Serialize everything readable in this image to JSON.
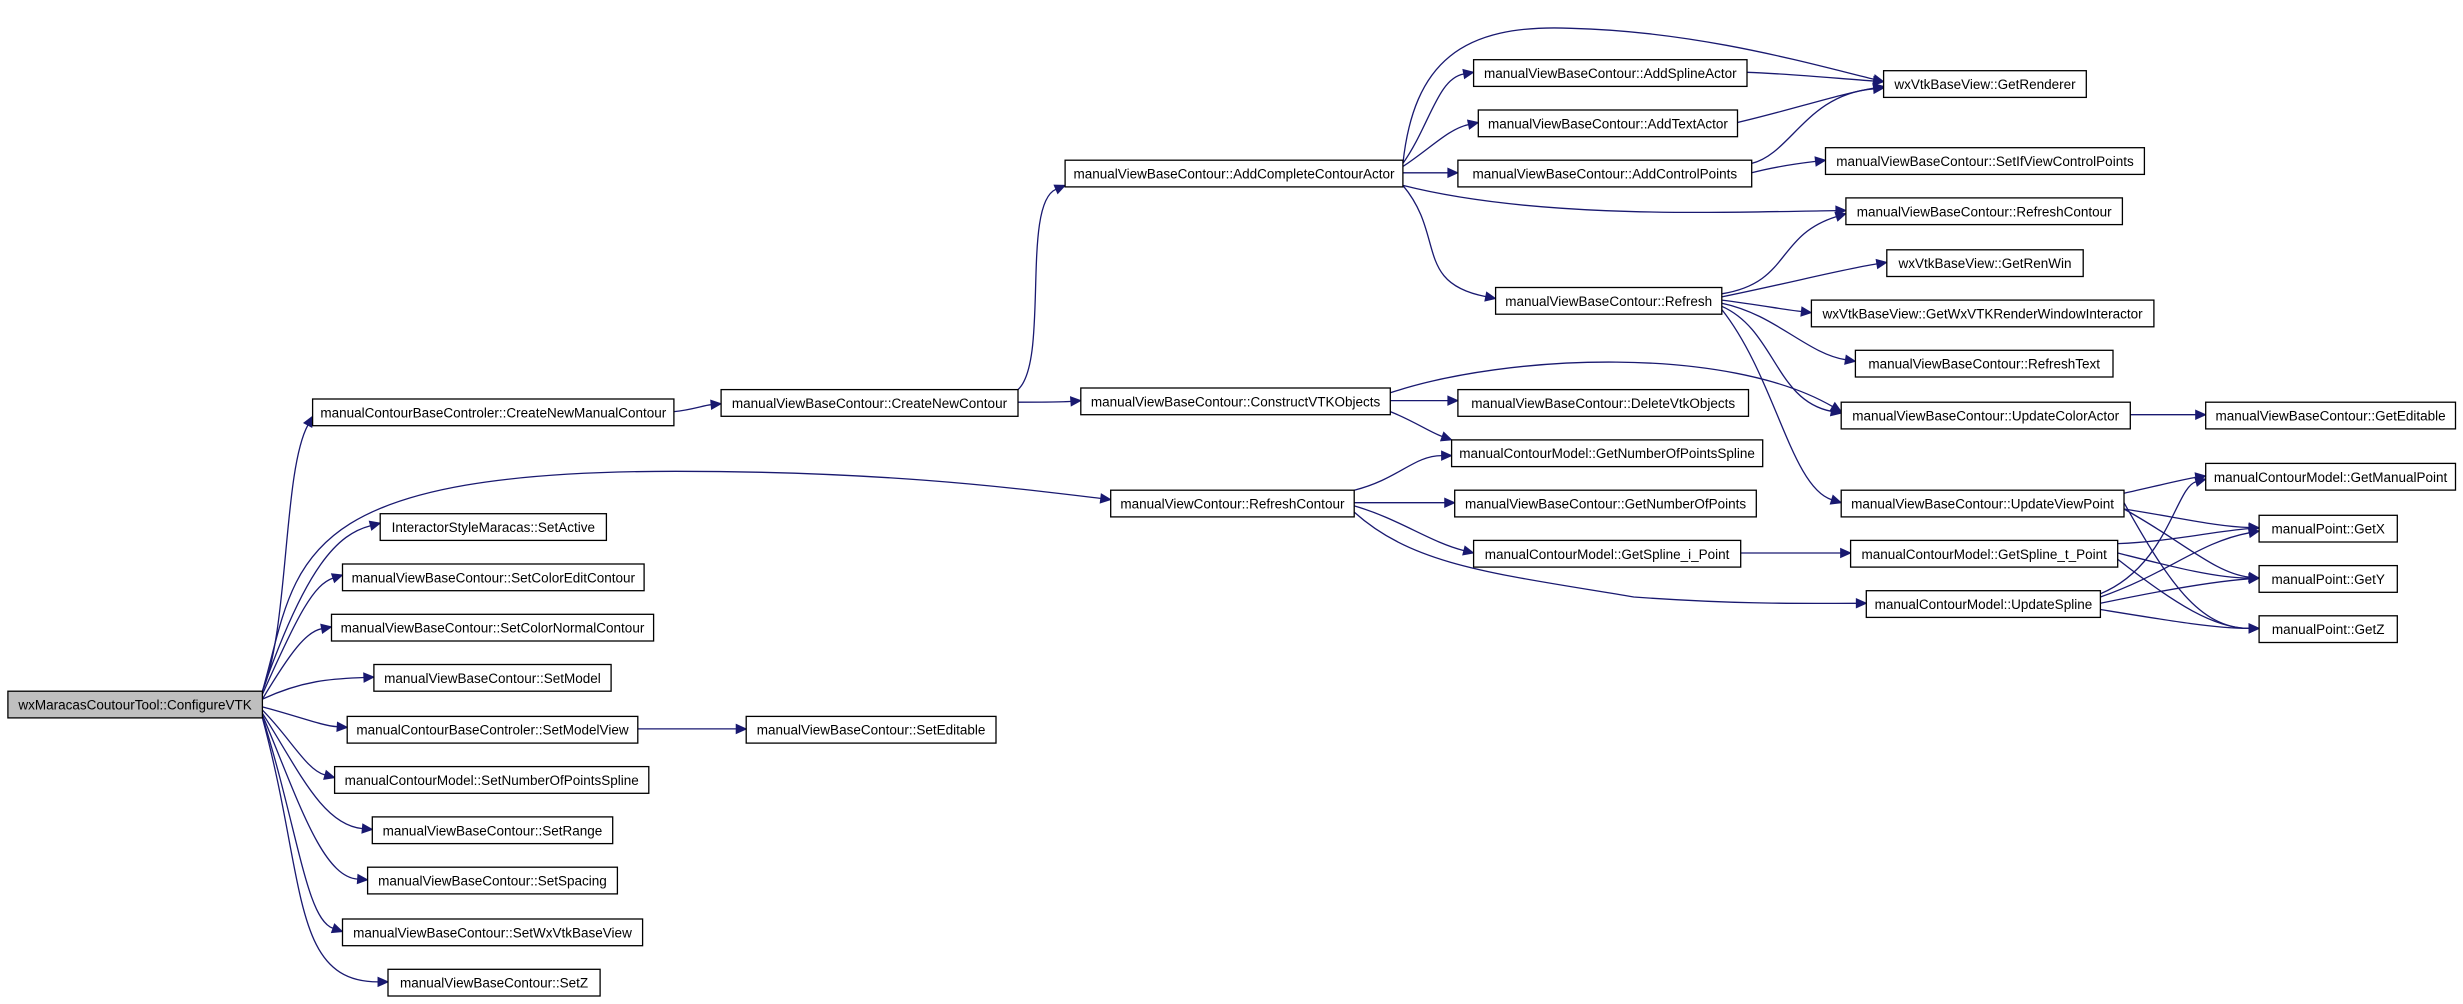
{
  "diagram": {
    "nodes": [
      {
        "id": "root",
        "label": "wxMaracasCoutourTool::ConfigureVTK",
        "root": true
      },
      {
        "id": "createNewManualContour",
        "label": "manualContourBaseControler::CreateNewManualContour"
      },
      {
        "id": "createNewContour",
        "label": "manualViewBaseContour::CreateNewContour"
      },
      {
        "id": "addCompleteContourActor",
        "label": "manualViewBaseContour::AddCompleteContourActor"
      },
      {
        "id": "addSplineActor",
        "label": "manualViewBaseContour::AddSplineActor"
      },
      {
        "id": "addTextActor",
        "label": "manualViewBaseContour::AddTextActor"
      },
      {
        "id": "addControlPoints",
        "label": "manualViewBaseContour::AddControlPoints"
      },
      {
        "id": "getRenderer",
        "label": "wxVtkBaseView::GetRenderer"
      },
      {
        "id": "setIfViewControlPoints",
        "label": "manualViewBaseContour::SetIfViewControlPoints"
      },
      {
        "id": "refreshContourBase",
        "label": "manualViewBaseContour::RefreshContour"
      },
      {
        "id": "refresh",
        "label": "manualViewBaseContour::Refresh"
      },
      {
        "id": "getRenWin",
        "label": "wxVtkBaseView::GetRenWin"
      },
      {
        "id": "getWxVTKRWI",
        "label": "wxVtkBaseView::GetWxVTKRenderWindowInteractor"
      },
      {
        "id": "refreshText",
        "label": "manualViewBaseContour::RefreshText"
      },
      {
        "id": "constructVTKObjects",
        "label": "manualViewBaseContour::ConstructVTKObjects"
      },
      {
        "id": "deleteVtkObjects",
        "label": "manualViewBaseContour::DeleteVtkObjects"
      },
      {
        "id": "updateColorActor",
        "label": "manualViewBaseContour::UpdateColorActor"
      },
      {
        "id": "getEditable",
        "label": "manualViewBaseContour::GetEditable"
      },
      {
        "id": "getNumberOfPointsSpline",
        "label": "manualContourModel::GetNumberOfPointsSpline"
      },
      {
        "id": "refreshContourView",
        "label": "manualViewContour::RefreshContour"
      },
      {
        "id": "getNumberOfPoints",
        "label": "manualViewBaseContour::GetNumberOfPoints"
      },
      {
        "id": "updateViewPoint",
        "label": "manualViewBaseContour::UpdateViewPoint"
      },
      {
        "id": "getManualPoint",
        "label": "manualContourModel::GetManualPoint"
      },
      {
        "id": "getSplineIPoint",
        "label": "manualContourModel::GetSpline_i_Point"
      },
      {
        "id": "getSplineTPoint",
        "label": "manualContourModel::GetSpline_t_Point"
      },
      {
        "id": "getX",
        "label": "manualPoint::GetX"
      },
      {
        "id": "getY",
        "label": "manualPoint::GetY"
      },
      {
        "id": "updateSpline",
        "label": "manualContourModel::UpdateSpline"
      },
      {
        "id": "getZ",
        "label": "manualPoint::GetZ"
      },
      {
        "id": "setActive",
        "label": "InteractorStyleMaracas::SetActive"
      },
      {
        "id": "setColorEditContour",
        "label": "manualViewBaseContour::SetColorEditContour"
      },
      {
        "id": "setColorNormalContour",
        "label": "manualViewBaseContour::SetColorNormalContour"
      },
      {
        "id": "setModel",
        "label": "manualViewBaseContour::SetModel"
      },
      {
        "id": "setModelView",
        "label": "manualContourBaseControler::SetModelView"
      },
      {
        "id": "setEditable",
        "label": "manualViewBaseContour::SetEditable"
      },
      {
        "id": "setNumberOfPointsSpline",
        "label": "manualContourModel::SetNumberOfPointsSpline"
      },
      {
        "id": "setRange",
        "label": "manualViewBaseContour::SetRange"
      },
      {
        "id": "setSpacing",
        "label": "manualViewBaseContour::SetSpacing"
      },
      {
        "id": "setWxVtkBaseView",
        "label": "manualViewBaseContour::SetWxVtkBaseView"
      },
      {
        "id": "setZ",
        "label": "manualViewBaseContour::SetZ"
      }
    ],
    "edges": [
      [
        "root",
        "createNewManualContour"
      ],
      [
        "root",
        "refreshContourView"
      ],
      [
        "root",
        "setActive"
      ],
      [
        "root",
        "setColorEditContour"
      ],
      [
        "root",
        "setColorNormalContour"
      ],
      [
        "root",
        "setModel"
      ],
      [
        "root",
        "setModelView"
      ],
      [
        "root",
        "setNumberOfPointsSpline"
      ],
      [
        "root",
        "setRange"
      ],
      [
        "root",
        "setSpacing"
      ],
      [
        "root",
        "setWxVtkBaseView"
      ],
      [
        "root",
        "setZ"
      ],
      [
        "createNewManualContour",
        "createNewContour"
      ],
      [
        "createNewContour",
        "addCompleteContourActor"
      ],
      [
        "createNewContour",
        "constructVTKObjects"
      ],
      [
        "addCompleteContourActor",
        "addSplineActor"
      ],
      [
        "addCompleteContourActor",
        "addTextActor"
      ],
      [
        "addCompleteContourActor",
        "addControlPoints"
      ],
      [
        "addCompleteContourActor",
        "getRenderer"
      ],
      [
        "addCompleteContourActor",
        "refreshContourBase"
      ],
      [
        "addCompleteContourActor",
        "refresh"
      ],
      [
        "addSplineActor",
        "getRenderer"
      ],
      [
        "addTextActor",
        "getRenderer"
      ],
      [
        "addControlPoints",
        "getRenderer"
      ],
      [
        "addControlPoints",
        "setIfViewControlPoints"
      ],
      [
        "refresh",
        "refreshContourBase"
      ],
      [
        "refresh",
        "getRenWin"
      ],
      [
        "refresh",
        "getWxVTKRWI"
      ],
      [
        "refresh",
        "refreshText"
      ],
      [
        "refresh",
        "updateColorActor"
      ],
      [
        "refresh",
        "updateViewPoint"
      ],
      [
        "constructVTKObjects",
        "deleteVtkObjects"
      ],
      [
        "constructVTKObjects",
        "updateColorActor"
      ],
      [
        "constructVTKObjects",
        "getNumberOfPointsSpline"
      ],
      [
        "updateColorActor",
        "getEditable"
      ],
      [
        "refreshContourView",
        "getNumberOfPointsSpline"
      ],
      [
        "refreshContourView",
        "getNumberOfPoints"
      ],
      [
        "refreshContourView",
        "getSplineIPoint"
      ],
      [
        "refreshContourView",
        "updateSpline"
      ],
      [
        "updateViewPoint",
        "getManualPoint"
      ],
      [
        "updateViewPoint",
        "getX"
      ],
      [
        "updateViewPoint",
        "getY"
      ],
      [
        "updateViewPoint",
        "getZ"
      ],
      [
        "getSplineIPoint",
        "getSplineTPoint"
      ],
      [
        "getSplineTPoint",
        "getX"
      ],
      [
        "getSplineTPoint",
        "getY"
      ],
      [
        "getSplineTPoint",
        "getZ"
      ],
      [
        "updateSpline",
        "getManualPoint"
      ],
      [
        "updateSpline",
        "getX"
      ],
      [
        "updateSpline",
        "getY"
      ],
      [
        "updateSpline",
        "getZ"
      ],
      [
        "setModelView",
        "setEditable"
      ]
    ]
  },
  "colors": {
    "edge": "#191970",
    "node_border": "#000000",
    "root_fill": "#bfbfbf",
    "node_fill": "#ffffff"
  }
}
